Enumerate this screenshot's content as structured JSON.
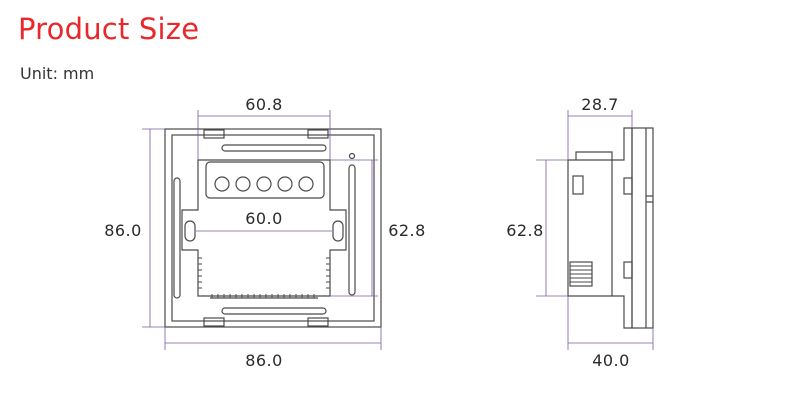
{
  "header": {
    "title": "Product Size",
    "unit": "Unit: mm"
  },
  "front_view": {
    "top_width": "60.8",
    "inner_width": "60.0",
    "left_height": "86.0",
    "right_height": "62.8",
    "bottom_width": "86.0"
  },
  "side_view": {
    "top_depth": "28.7",
    "left_height": "62.8",
    "bottom_depth": "40.0"
  },
  "colors": {
    "title": "#e8282b",
    "line": "#4a4a4a",
    "dim_line": "#7a5aa0"
  }
}
